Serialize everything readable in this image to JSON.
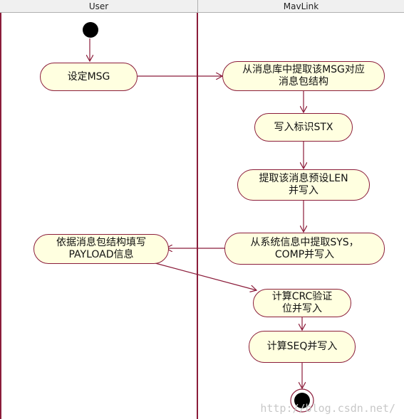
{
  "lanes": [
    {
      "name": "User"
    },
    {
      "name": "MavLink"
    }
  ],
  "nodes": {
    "set_msg": "设定MSG",
    "extract_struct": "从消息库中提取该MSG对应\n消息包结构",
    "write_stx": "写入标识STX",
    "extract_len": "提取该消息预设LEN\n并写入",
    "extract_sys": "从系统信息中提取SYS，\nCOMP并写入",
    "fill_payload": "依据消息包结构填写\nPAYLOAD信息",
    "calc_crc": "计算CRC验证\n位并写入",
    "calc_seq": "计算SEQ并写入"
  },
  "watermark": "http://blog.csdn.net/",
  "colors": {
    "node_fill": "#ffffe0",
    "node_border": "#8b1c3a",
    "arrow": "#8b1c3a",
    "lane_line": "#8b1c3a",
    "header_bg": "#f0f0f0"
  }
}
